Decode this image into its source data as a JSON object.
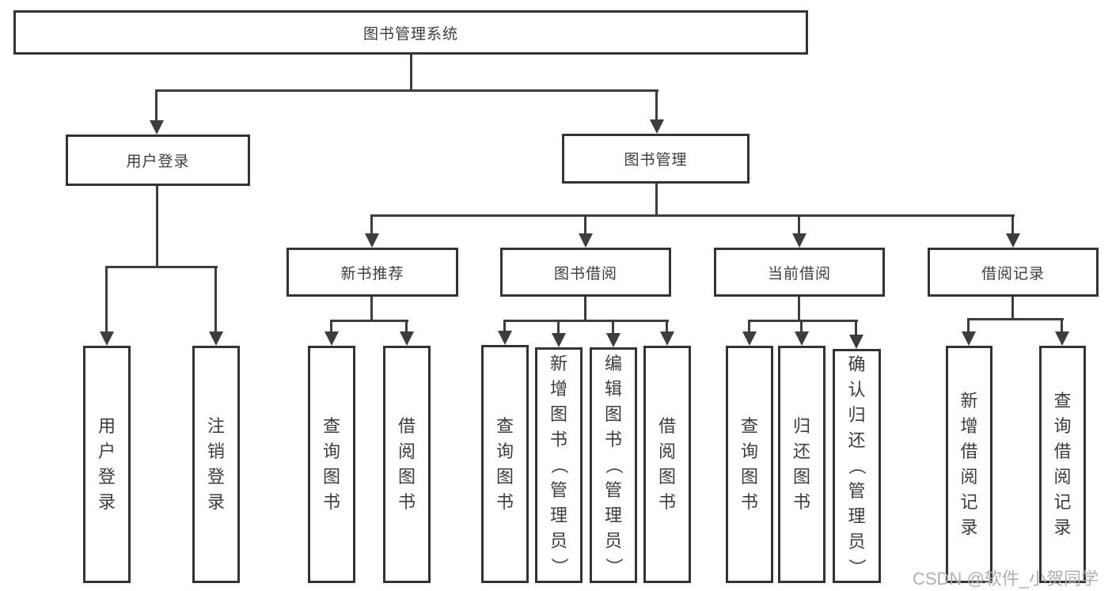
{
  "tree": {
    "label": "图书管理系统",
    "children": [
      {
        "label": "用户登录",
        "children": [
          {
            "label": "用户登录"
          },
          {
            "label": "注销登录"
          }
        ]
      },
      {
        "label": "图书管理",
        "children": [
          {
            "label": "新书推荐",
            "children": [
              {
                "label": "查询图书"
              },
              {
                "label": "借阅图书"
              }
            ]
          },
          {
            "label": "图书借阅",
            "children": [
              {
                "label": "查询图书"
              },
              {
                "label": "新增图书（管理员）"
              },
              {
                "label": "编辑图书（管理员）"
              },
              {
                "label": "借阅图书"
              }
            ]
          },
          {
            "label": "当前借阅",
            "children": [
              {
                "label": "查询图书"
              },
              {
                "label": "归还图书"
              },
              {
                "label": "确认归还（管理员）"
              }
            ]
          },
          {
            "label": "借阅记录",
            "children": [
              {
                "label": "新增借阅记录"
              },
              {
                "label": "查询借阅记录"
              }
            ]
          }
        ]
      }
    ]
  },
  "watermark": "CSDN @软件_小贺同学",
  "colors": {
    "line": "#3d3d3d",
    "box_border": "#333333",
    "text": "#3c3c3c",
    "watermark": "#b0b0b0",
    "background": "#ffffff"
  }
}
